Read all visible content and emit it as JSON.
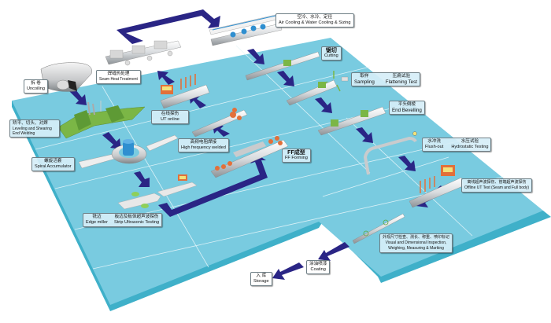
{
  "diagram": {
    "title": "Spiral / HFW steel pipe production process flow",
    "colors": {
      "floor": "#79cbe0",
      "floor_edge": "#3fb0c9",
      "grid_line": "#e8f7fb",
      "arrow": "#2a2585",
      "label_bg": "#d6eef7",
      "label_border": "#6f7f86",
      "pipe": "#d9dcdf",
      "green_part": "#7bb646",
      "orange_part": "#e2703a",
      "blue_coil": "#2f8fd0"
    },
    "stations": [
      {
        "id": "uncoiling",
        "zh": "拆 卷",
        "en": "Uncoiling"
      },
      {
        "id": "leveling",
        "zh": "矫平、切头、对焊",
        "en": "Leveling and Shearing End Welding"
      },
      {
        "id": "spiral-accumulator",
        "zh": "螺旋活套",
        "en": "Spiral Accumulator"
      },
      {
        "id": "edge-strip",
        "zh_left": "铣边",
        "en_left": "Edge miller",
        "zh_right": "板边及板体超声波探伤",
        "en_right": "Strip Ultrasonic Testing"
      },
      {
        "id": "ff-forming",
        "zh": "FF成型",
        "en": "FF Forming"
      },
      {
        "id": "hf-welded",
        "zh": "高频电阻焊接",
        "en": "High frequency welded"
      },
      {
        "id": "ut-online",
        "zh": "在线探伤",
        "en": "UT online"
      },
      {
        "id": "seam-heat",
        "zh": "焊缝热处理",
        "en": "Seam Heat Treatment"
      },
      {
        "id": "cooling",
        "zh": "空冷、水冷、定径",
        "en": "Air Cooling & Water Cooling & Sizing"
      },
      {
        "id": "cutting",
        "zh": "锯切",
        "en": "Cutting"
      },
      {
        "id": "sampling",
        "zh_left": "取样",
        "en_left": "Sampling",
        "zh_right": "压扁试验",
        "en_right": "Flattening Test"
      },
      {
        "id": "end-bevelling",
        "zh": "平头倒棱",
        "en": "End Bevelling"
      },
      {
        "id": "hydro",
        "zh_left": "水冲洗",
        "en_left": "Flush-out",
        "zh_right": "水压试验",
        "en_right": "Hydrostatic Testing"
      },
      {
        "id": "offline-ut",
        "zh": "离线超声波探伤、管端超声波探伤",
        "en": "Offline UT Test (Seam and Full body)"
      },
      {
        "id": "visual",
        "zh": "外观尺寸检查、测长、称重、喷印标记",
        "en1": "Visual and Dimensional Inspection,",
        "en2": "Weighing, Measuring & Marking"
      },
      {
        "id": "coating",
        "zh": "涂油喷漆",
        "en": "Coating"
      },
      {
        "id": "storage",
        "zh": "入 库",
        "en": "Storage"
      }
    ]
  }
}
